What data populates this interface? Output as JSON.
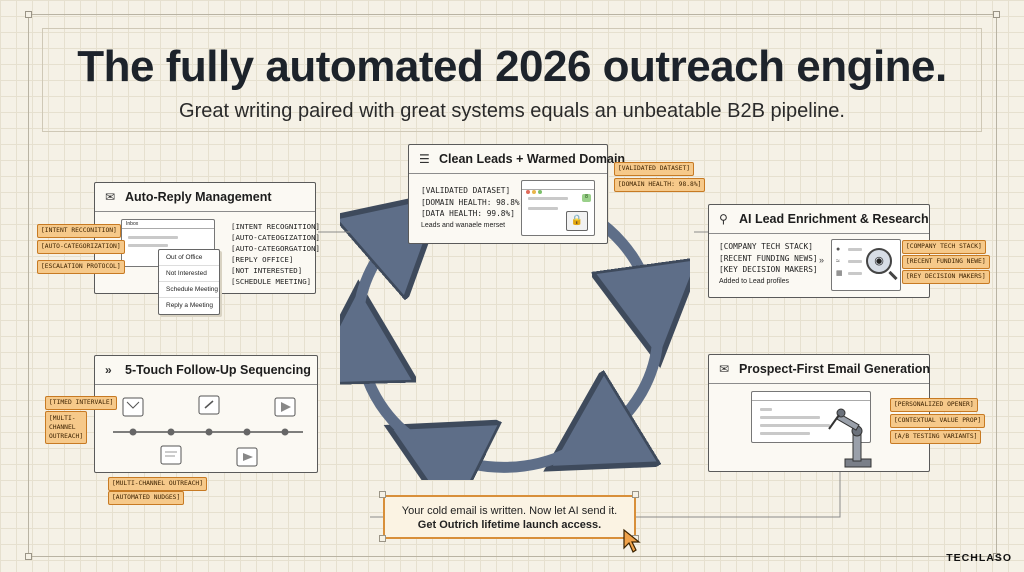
{
  "title": "The fully automated 2026 outreach engine.",
  "subtitle": "Great writing paired with great systems equals an unbeatable B2B pipeline.",
  "brand": "TECHLASO",
  "colors": {
    "accent": "#d88f3a",
    "tag_fill": "#f6c98a",
    "arrow": "#5e6e88",
    "ink": "#1d232b"
  },
  "panels": {
    "clean_leads": {
      "title": "Clean Leads + Warmed Domain",
      "icon": "database-icon",
      "lines": [
        "[VALIDATED DATASET]",
        "[DOMAIN HEALTH: 98.8%]",
        "[DATA HEALTH: 99.8%]"
      ],
      "note": "Leads and wanaele merset",
      "badge": "8",
      "tags": [
        "[VALIDATED DATASET]",
        "[DOMAIN HEALTH: 98.8%]"
      ]
    },
    "auto_reply": {
      "title": "Auto-Reply Management",
      "icon": "mail-icon",
      "inbox_label": "Inbox",
      "menu": [
        "Out of Office",
        "Not Interested",
        "Schedule Meeting",
        "Reply a Meeting"
      ],
      "lines": [
        "[INTENT RECOGNITION]",
        "[AUTO-CATEOGIZATION]",
        "[AUTO-CATEGORGATION]",
        "[REPLY OFFICE]",
        "[NOT INTERESTED]",
        "[SCHEDULE MEETING]"
      ],
      "tags": [
        "[INTENT RECCONITION]",
        "[AUTO-CATEGORIZATION]",
        "[ESCALATION PROTOCOL]"
      ]
    },
    "enrichment": {
      "title": "AI Lead Enrichment & Research",
      "icon": "search-icon",
      "lines": [
        "[COMPANY TECH STACK]",
        "[RECENT FUNDING NEWS]",
        "[KEY DECISION MAKERS]"
      ],
      "note": "Added to Lead profiles",
      "tags": [
        "[COMPANY TECH STACK]",
        "[RECENT FUNDING NEWE]",
        "[REY DECISION MAKERS]"
      ]
    },
    "follow_up": {
      "title": "5-Touch Follow-Up Sequencing",
      "icon": "chevrons-icon",
      "tags_left": [
        "[TIMED INTERVALE]",
        "[MULTI-CHANNEL OUTREACH]"
      ],
      "tags_bottom": [
        "[MULTI-CHANNEL OUTREACH]",
        "[AUTOMATED NUDGES]"
      ]
    },
    "email_gen": {
      "title": "Prospect-First Email Generation",
      "icon": "envelope-icon",
      "tags": [
        "[PERSONALIZED OPENER]",
        "[CONTEXTUAL VALUE PROP]",
        "[A/B TESTING VARIANTS]"
      ]
    }
  },
  "cta": {
    "line1": "Your cold email is written. Now let AI send it.",
    "line2": "Get Outrich lifetime launch access."
  }
}
